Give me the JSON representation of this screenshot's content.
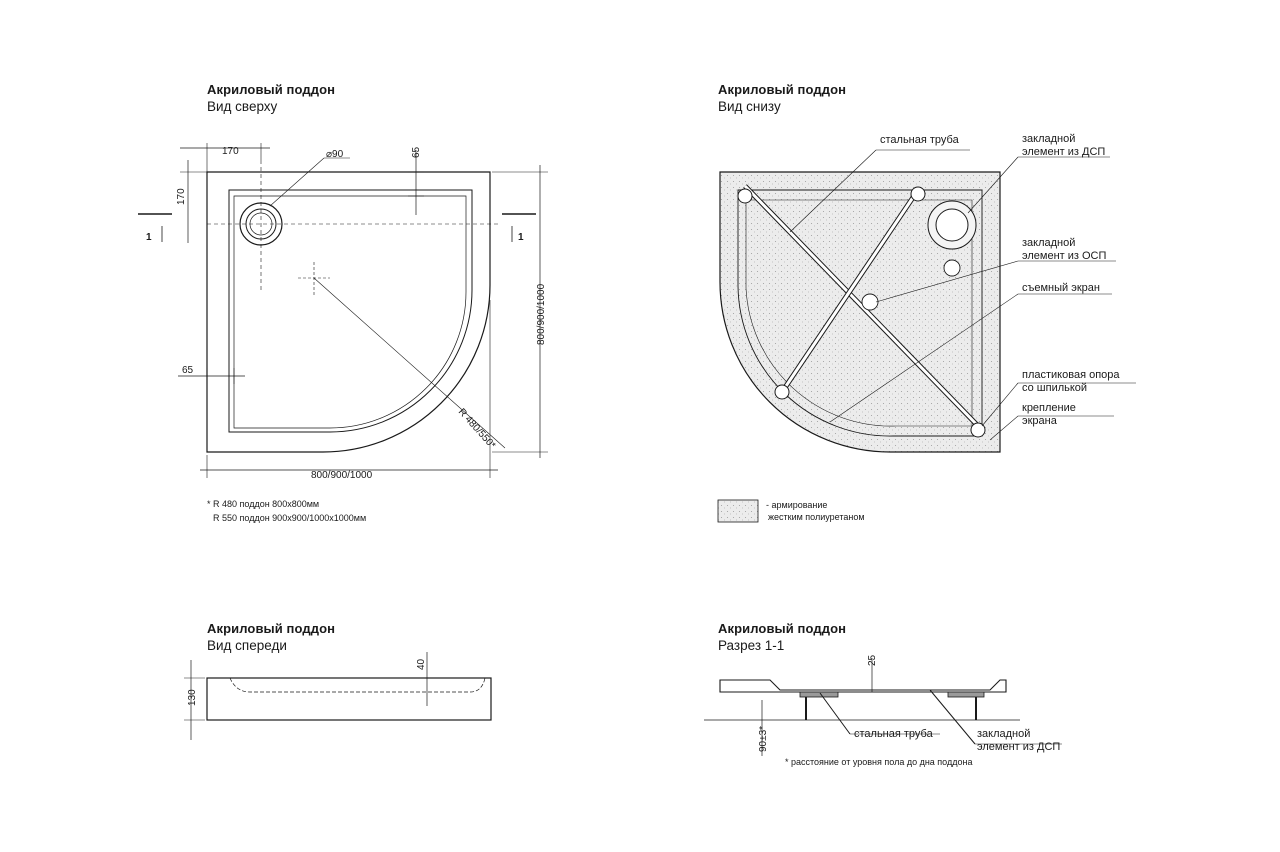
{
  "views": {
    "top": {
      "title": "Акриловый поддон",
      "subtitle": "Вид сверху",
      "dims": {
        "d170_top": "170",
        "d90": "⌀90",
        "d65_top": "65",
        "d170_side": "170",
        "section_mark": "1",
        "d65_left": "65",
        "radius": "R 480/550*",
        "height": "800/900/1000",
        "width": "800/900/1000"
      },
      "note_line1": "* R 480 поддон 800х800мм",
      "note_line2": "R 550 поддон 900х900/1000х1000мм"
    },
    "bottom": {
      "title": "Акриловый поддон",
      "subtitle": "Вид снизу",
      "callouts": {
        "steel_pipe": "стальная труба",
        "dsp_1": "закладной",
        "dsp_2": "элемент из ДСП",
        "osp_1": "закладной",
        "osp_2": "элемент из ОСП",
        "screen": "съемный экран",
        "support_1": "пластиковая опора",
        "support_2": "со шпилькой",
        "mount_1": "крепление",
        "mount_2": "экрана"
      },
      "legend_1": "- армирование",
      "legend_2": "жестким полиуретаном"
    },
    "front": {
      "title": "Акриловый поддон",
      "subtitle": "Вид спереди",
      "dims": {
        "d40": "40",
        "d130": "130"
      }
    },
    "section": {
      "title": "Акриловый поддон",
      "subtitle": "Разрез 1-1",
      "dims": {
        "d25": "25",
        "d90": "90±3*"
      },
      "callouts": {
        "steel_pipe": "стальная труба",
        "dsp_1": "закладной",
        "dsp_2": "элемент из ДСП"
      },
      "note": "* расстояние от уровня пола до дна поддона"
    }
  },
  "colors": {
    "line": "#1a1a1a",
    "fill_polyurethane": "#e6e6e6"
  }
}
